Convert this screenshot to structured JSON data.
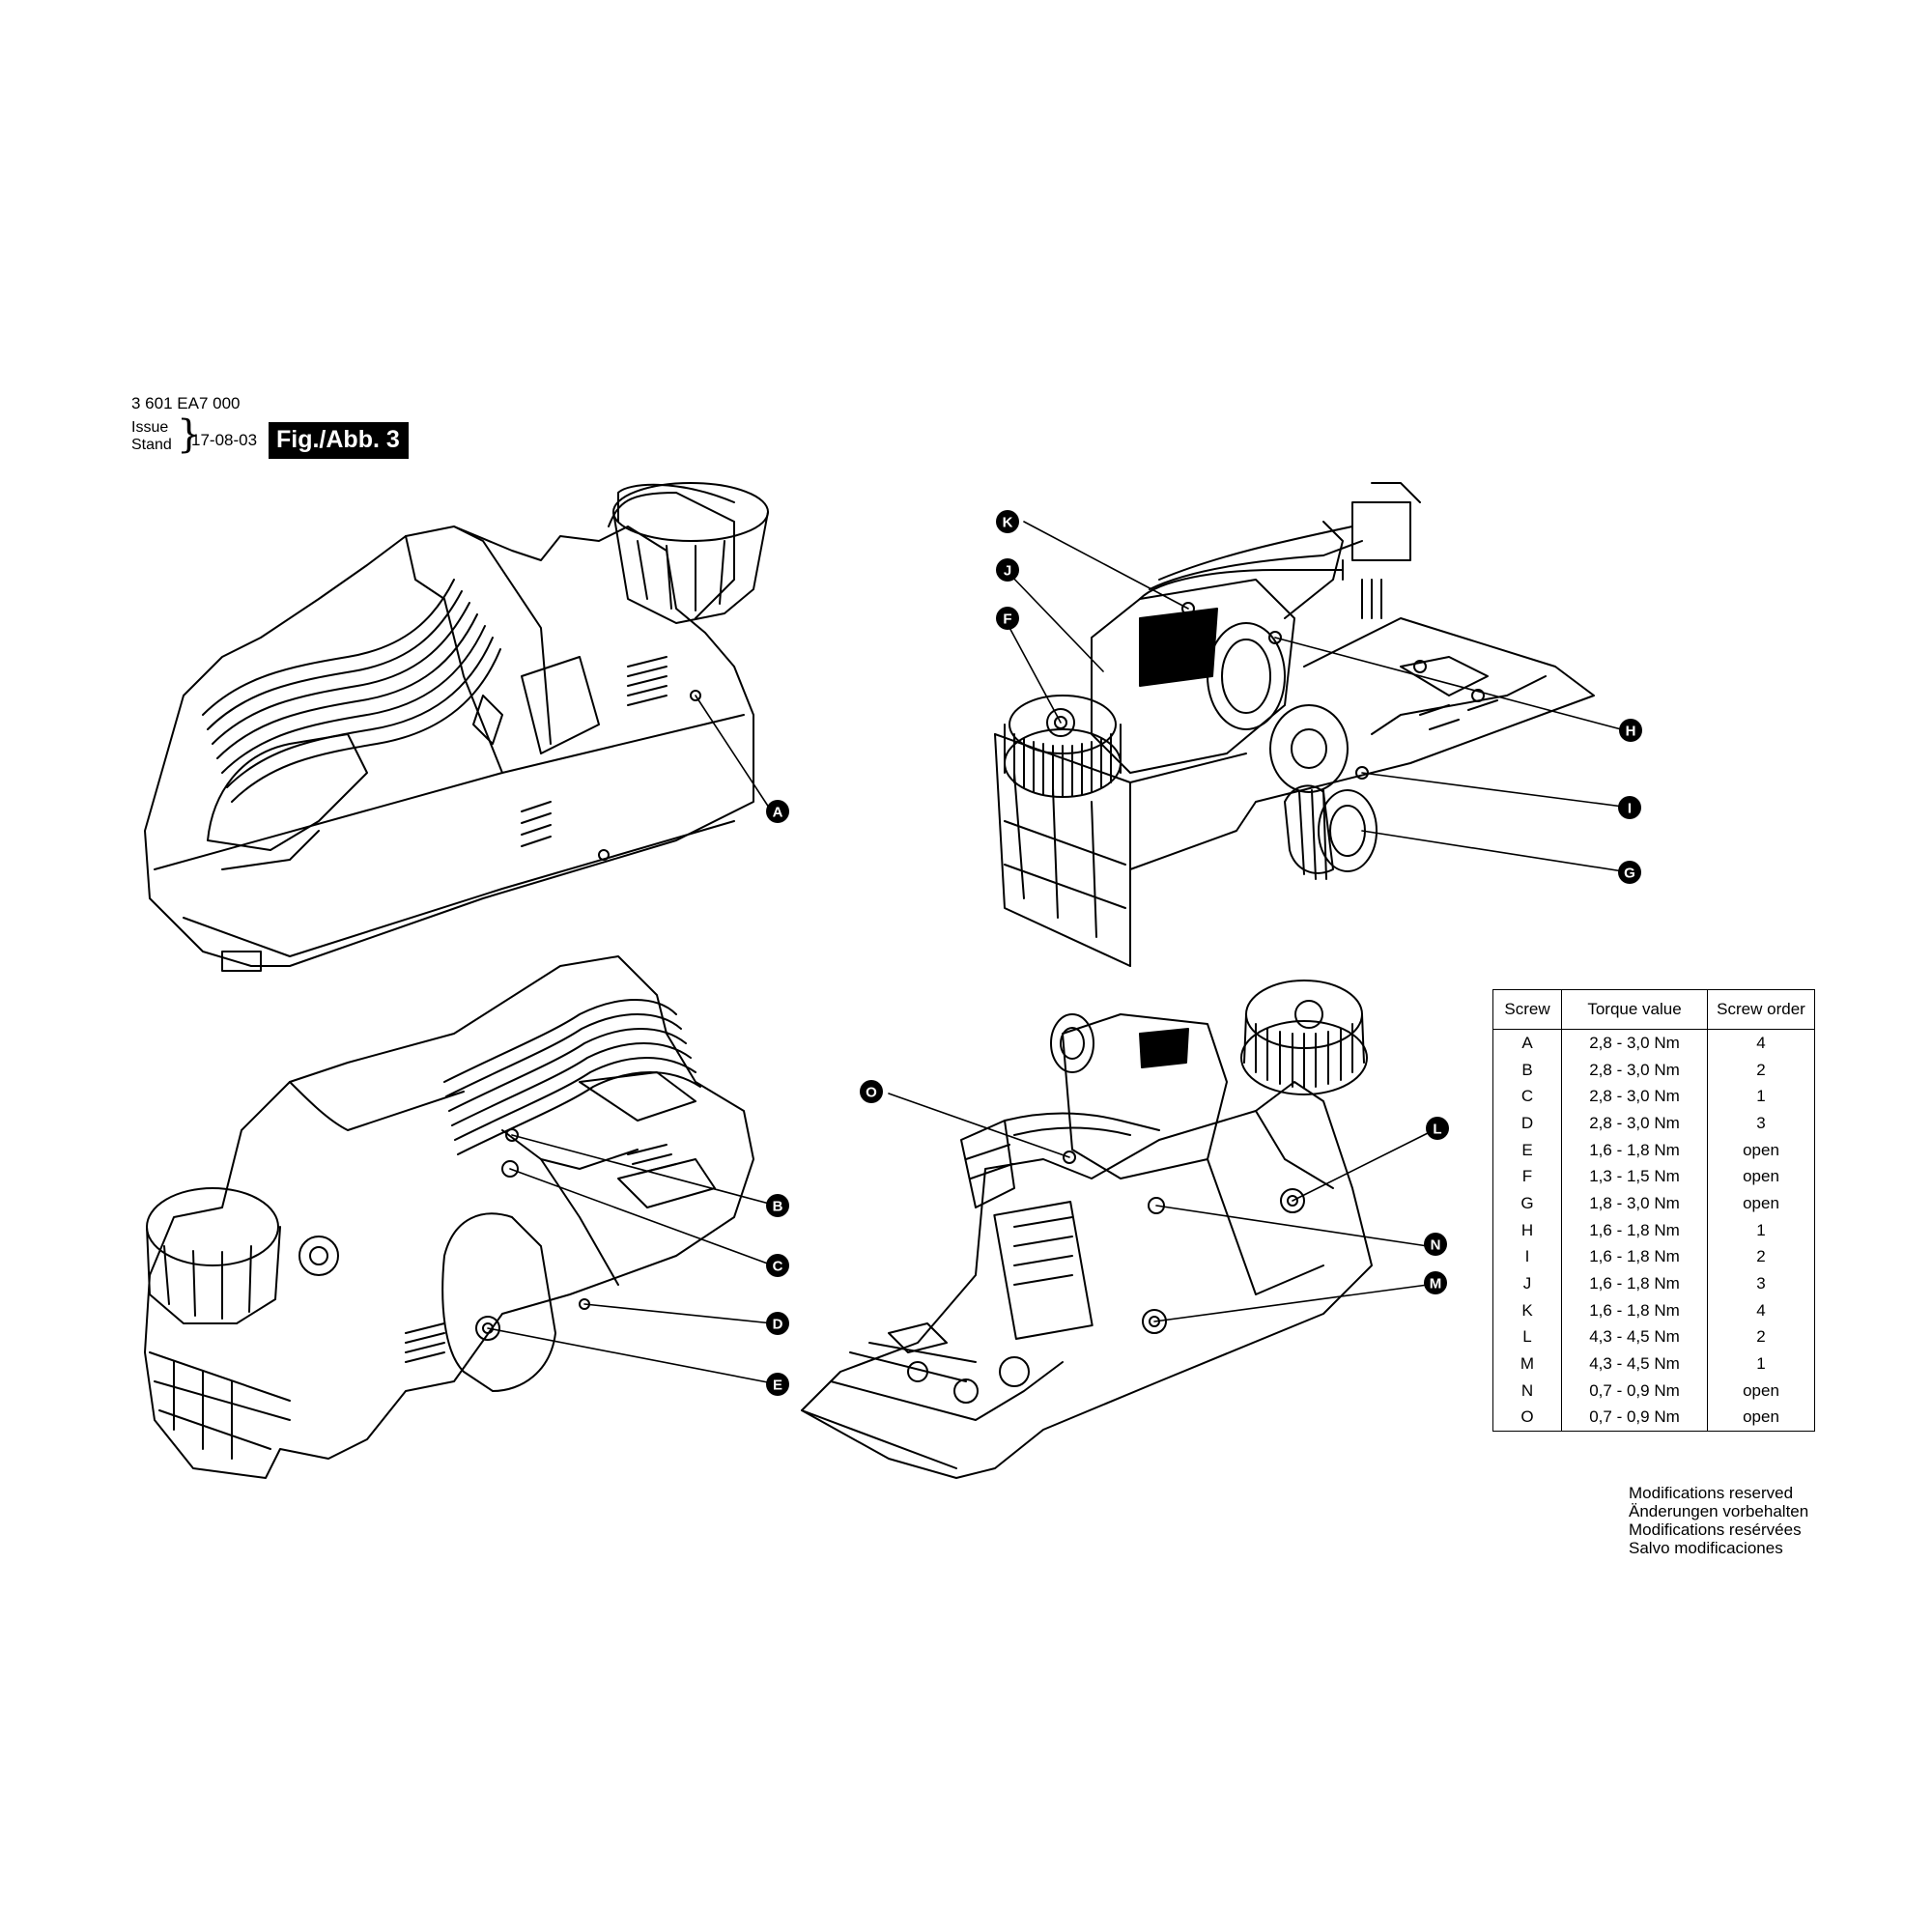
{
  "header": {
    "part_number": "3 601 EA7 000",
    "issue_label": "Issue",
    "stand_label": "Stand",
    "brace": "}",
    "issue_date": "17-08-03",
    "figure_label": "Fig./Abb. 3"
  },
  "callouts": [
    "A",
    "B",
    "C",
    "D",
    "E",
    "F",
    "G",
    "H",
    "I",
    "J",
    "K",
    "L",
    "M",
    "N",
    "O"
  ],
  "table": {
    "headers": [
      "Screw",
      "Torque value",
      "Screw order"
    ],
    "rows": [
      [
        "A",
        "2,8 - 3,0 Nm",
        "4"
      ],
      [
        "B",
        "2,8 - 3,0 Nm",
        "2"
      ],
      [
        "C",
        "2,8 - 3,0 Nm",
        "1"
      ],
      [
        "D",
        "2,8 - 3,0 Nm",
        "3"
      ],
      [
        "E",
        "1,6 - 1,8 Nm",
        "open"
      ],
      [
        "F",
        "1,3 - 1,5 Nm",
        "open"
      ],
      [
        "G",
        "1,8 - 3,0 Nm",
        "open"
      ],
      [
        "H",
        "1,6 - 1,8 Nm",
        "1"
      ],
      [
        "I",
        "1,6 - 1,8 Nm",
        "2"
      ],
      [
        "J",
        "1,6 - 1,8 Nm",
        "3"
      ],
      [
        "K",
        "1,6 - 1,8 Nm",
        "4"
      ],
      [
        "L",
        "4,3 - 4,5 Nm",
        "2"
      ],
      [
        "M",
        "4,3 - 4,5 Nm",
        "1"
      ],
      [
        "N",
        "0,7 - 0,9 Nm",
        "open"
      ],
      [
        "O",
        "0,7 - 0,9 Nm",
        "open"
      ]
    ]
  },
  "modifications": [
    "Modifications reserved",
    "Änderungen vorbehalten",
    "Modifications resérvées",
    "Salvo modificaciones"
  ]
}
